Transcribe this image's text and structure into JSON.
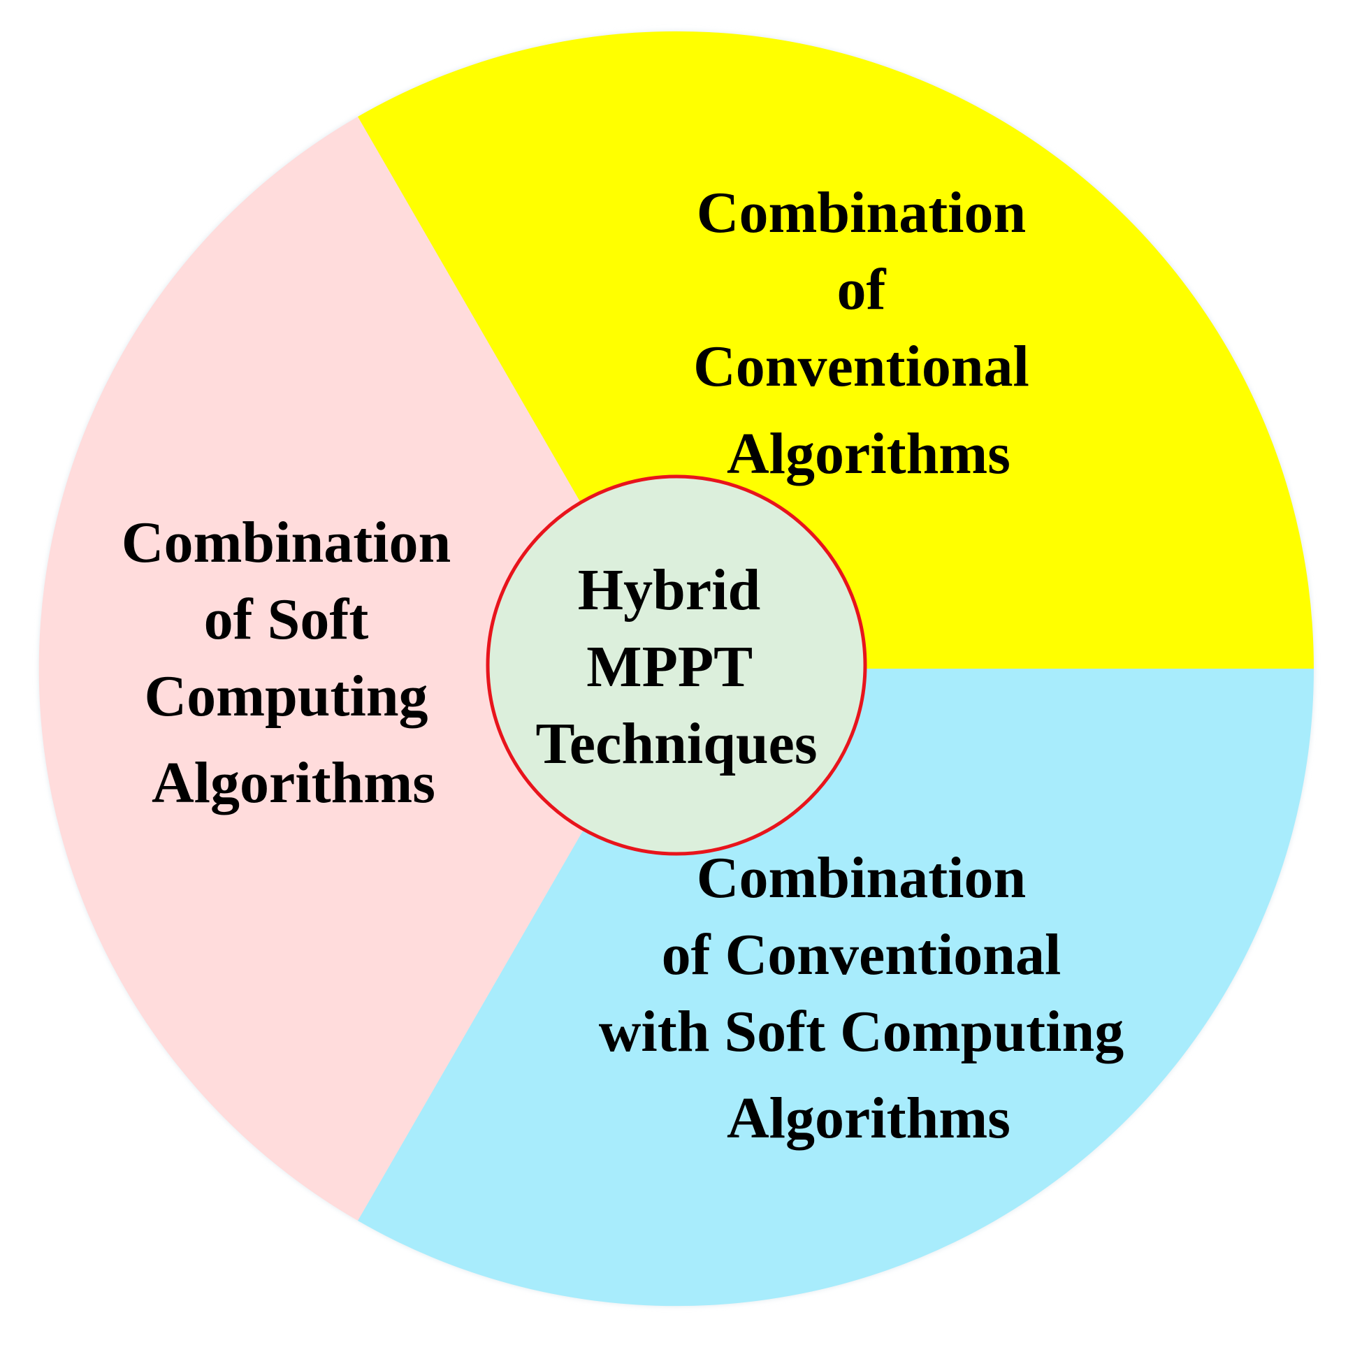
{
  "segments": [
    {
      "id": "conventional",
      "color": "#ffff00",
      "lines": [
        "Combination",
        "of",
        "Conventional",
        "Algorithms"
      ]
    },
    {
      "id": "conventional-soft",
      "color": "#a8ecfc",
      "lines": [
        "Combination",
        "of Conventional",
        "with Soft Computing",
        "Algorithms"
      ]
    },
    {
      "id": "soft-computing",
      "color": "#ffdcdc",
      "lines": [
        "Combination",
        "of Soft",
        "Computing",
        "Algorithms"
      ]
    }
  ],
  "center": {
    "fill": "#dcefdc",
    "stroke": "#e8141c",
    "lines": [
      "Hybrid",
      "MPPT",
      "Techniques"
    ]
  }
}
